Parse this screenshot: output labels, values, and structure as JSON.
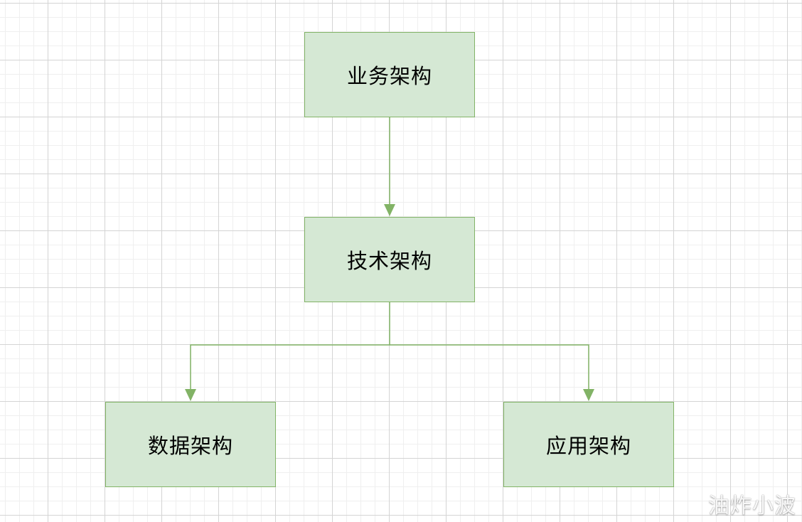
{
  "diagram": {
    "nodes": {
      "business_architecture": "业务架构",
      "technical_architecture": "技术架构",
      "data_architecture": "数据架构",
      "application_architecture": "应用架构"
    },
    "edges": [
      {
        "from": "business_architecture",
        "to": "technical_architecture"
      },
      {
        "from": "technical_architecture",
        "to": "data_architecture"
      },
      {
        "from": "technical_architecture",
        "to": "application_architecture"
      }
    ],
    "colors": {
      "node_fill": "#d5e8d4",
      "node_border": "#82b366",
      "edge": "#82b366"
    }
  },
  "watermark": "油炸小波"
}
